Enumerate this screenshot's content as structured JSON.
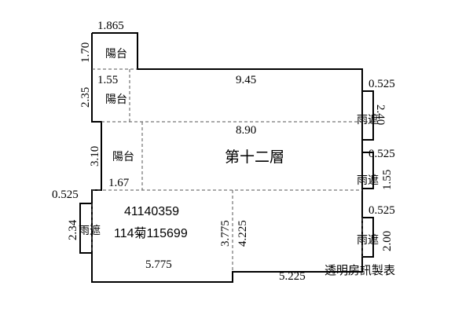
{
  "floor_title": "第十二層",
  "rooms": {
    "balcony_top": "陽台",
    "balcony_mid": "陽台",
    "balcony_left": "陽台",
    "canopy_right_1": "雨遮",
    "canopy_right_2": "雨遮",
    "canopy_right_3": "雨遮",
    "canopy_left": "雨遮"
  },
  "dimensions": {
    "top_balcony_width": "1.865",
    "top_balcony_height": "1.70",
    "mid_balcony_width": "1.55",
    "mid_balcony_height": "2.35",
    "upper_wall": "9.45",
    "main_width": "8.90",
    "left_balcony_height": "3.10",
    "left_balcony_width": "1.67",
    "right_canopy_1_depth": "0.525",
    "right_canopy_1_len": "2.40",
    "right_canopy_2_depth": "0.525",
    "right_canopy_2_len": "1.55",
    "right_canopy_3_depth": "0.525",
    "right_canopy_3_len": "2.00",
    "left_canopy_depth": "0.525",
    "left_canopy_len": "2.34",
    "bottom_left_wall": "5.775",
    "bottom_right_wall": "5.225",
    "step_left": "3.775",
    "step_right": "4.225"
  },
  "lot_numbers": {
    "line1": "41140359",
    "line2": "114菊115699"
  },
  "credit": "透明房訊製表"
}
